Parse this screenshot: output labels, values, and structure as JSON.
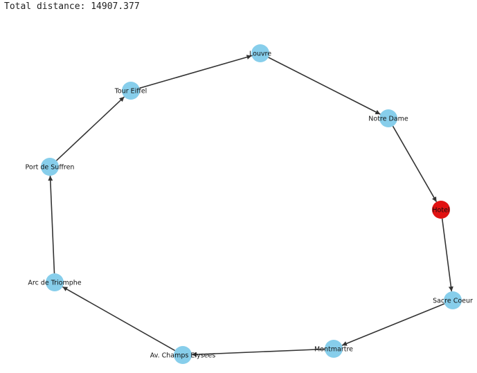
{
  "output": {
    "text": "Total distance: 14907.377"
  },
  "graph": {
    "node_color": "#87ceeb",
    "highlight_color": "#e11212",
    "edge_color": "#333333",
    "nodes": [
      {
        "id": "louvre",
        "label": "Louvre",
        "highlight": false
      },
      {
        "id": "notre-dame",
        "label": "Notre Dame",
        "highlight": false
      },
      {
        "id": "hotel",
        "label": "Hotel",
        "highlight": true
      },
      {
        "id": "sacre-coeur",
        "label": "Sacre Coeur",
        "highlight": false
      },
      {
        "id": "montmartre",
        "label": "Montmartre",
        "highlight": false
      },
      {
        "id": "champs-elysees",
        "label": "Av. Champs Elysees",
        "highlight": false
      },
      {
        "id": "arc-de-triomphe",
        "label": "Arc de Triomphe",
        "highlight": false
      },
      {
        "id": "port-de-suffren",
        "label": "Port de Suffren",
        "highlight": false
      },
      {
        "id": "tour-eiffel",
        "label": "Tour Eiffel",
        "highlight": false
      }
    ],
    "edges": [
      {
        "from": "louvre",
        "to": "notre-dame"
      },
      {
        "from": "notre-dame",
        "to": "hotel"
      },
      {
        "from": "hotel",
        "to": "sacre-coeur"
      },
      {
        "from": "sacre-coeur",
        "to": "montmartre"
      },
      {
        "from": "montmartre",
        "to": "champs-elysees"
      },
      {
        "from": "champs-elysees",
        "to": "arc-de-triomphe"
      },
      {
        "from": "arc-de-triomphe",
        "to": "port-de-suffren"
      },
      {
        "from": "port-de-suffren",
        "to": "tour-eiffel"
      },
      {
        "from": "tour-eiffel",
        "to": "louvre"
      }
    ]
  }
}
